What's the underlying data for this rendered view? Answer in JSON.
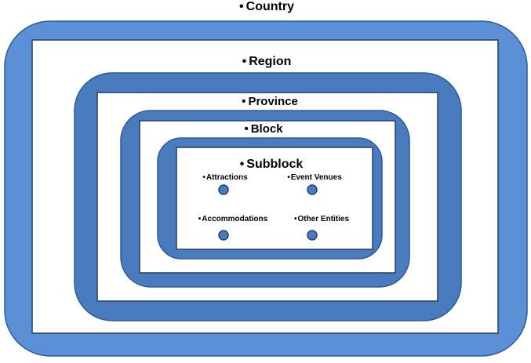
{
  "diagram": {
    "levels": [
      {
        "key": "country",
        "label": "Country"
      },
      {
        "key": "region",
        "label": "Region"
      },
      {
        "key": "province",
        "label": "Province"
      },
      {
        "key": "block",
        "label": "Block"
      },
      {
        "key": "subblock",
        "label": "Subblock"
      }
    ],
    "entities": [
      {
        "label": "Attractions"
      },
      {
        "label": "Event Venues"
      },
      {
        "label": "Accommodations"
      },
      {
        "label": "Other Entities"
      }
    ]
  },
  "colors": {
    "outer_ring": "#5B8FD6",
    "inner_ring": "#4A7BBF",
    "ring_border": "#2E5A95",
    "panel": "#FFFFFF",
    "panel_border": "#243F66",
    "dot_fill": "#4A7BBF",
    "dot_border": "#22436E"
  }
}
